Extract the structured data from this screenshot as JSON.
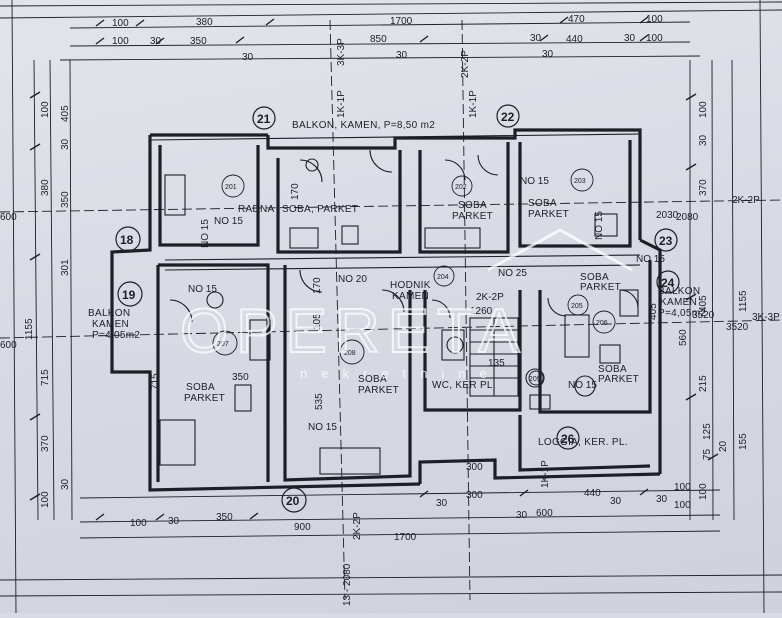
{
  "dimensions": {
    "top_row1": [
      "100",
      "380",
      "1700",
      "470",
      "100"
    ],
    "top_row2": [
      "100",
      "30",
      "350",
      "850",
      "30",
      "440",
      "30",
      "100"
    ],
    "top_small": [
      "30",
      "30",
      "30"
    ],
    "left_col": [
      "100",
      "405",
      "30",
      "380",
      "350",
      "1155",
      "301",
      "715",
      "370",
      "30",
      "100"
    ],
    "left_cut": [
      "600",
      "600"
    ],
    "right_col": [
      "100",
      "30",
      "370",
      "2080",
      "405",
      "1155",
      "560",
      "215",
      "155",
      "125",
      "75",
      "20",
      "100"
    ],
    "right_sections": [
      "2K-2P",
      "3K-3P",
      "3520",
      "3520"
    ],
    "bottom_row1": [
      "900",
      "300",
      "440",
      "100"
    ],
    "bottom_row2": [
      "100",
      "30",
      "350",
      "1700",
      "30",
      "600",
      "100"
    ],
    "bottom_small": [
      "30",
      "30",
      "30"
    ],
    "bottom_vertical": [
      "13 - 2080",
      "2K-2P",
      "1K-1P"
    ],
    "top_vertical": [
      "3K-3P",
      "1K-1P",
      "2K-2P",
      "1K-1P"
    ],
    "inner": [
      "2K-2P",
      "170",
      "105",
      "535",
      "300",
      "135",
      "1260",
      "170",
      "405",
      "715",
      "350",
      "2030"
    ]
  },
  "axes": [
    "21",
    "22",
    "18",
    "19",
    "23",
    "24",
    "20",
    "26"
  ],
  "rooms": {
    "balkon_top": "BALKON, KAMEN, P=8,50 m2",
    "radna_soba_1": "RADNA",
    "radna_soba_2": "SOBA, PARKET",
    "soba_parket_mid_1": "SOBA",
    "soba_parket_mid_2": "PARKET",
    "soba_parket_ne_1": "SOBA",
    "soba_parket_ne_2": "PARKET",
    "hodnik_1": "HODNIK",
    "hodnik_2": "KAMEN",
    "soba_parket_e_1": "SOBA",
    "soba_parket_e_2": "PARKET",
    "balkon_w_1": "BALKON",
    "balkon_w_2": "KAMEN",
    "balkon_w_3": "P=4,05m2",
    "balkon_e_1": "BALKON",
    "balkon_e_2": "KAMEN",
    "balkon_e_3": "P=4,05m2",
    "soba_parket_sw_1": "SOBA",
    "soba_parket_sw_2": "PARKET",
    "soba_parket_s_1": "SOBA",
    "soba_parket_s_2": "PARKET",
    "wc": "WC, KER PL.",
    "soba_parket_se_1": "SOBA",
    "soba_parket_se_2": "PARKET",
    "loggia": "LOGGIA, KER. PL."
  },
  "openings": [
    "NO 15",
    "NO 15",
    "NO 15",
    "NO 20",
    "NO 25",
    "NO 15",
    "NO 15",
    "NO 15",
    "NO 15",
    "NO 15"
  ],
  "room_codes": [
    "201",
    "202",
    "203",
    "204",
    "205",
    "206",
    "207",
    "208",
    "209"
  ],
  "watermark": {
    "main": "OPERETA",
    "sub": "nekretnine"
  },
  "colors": {
    "ink": "#1d1f27",
    "paper": "#d9dbe4",
    "watermark": "#ffffff"
  }
}
